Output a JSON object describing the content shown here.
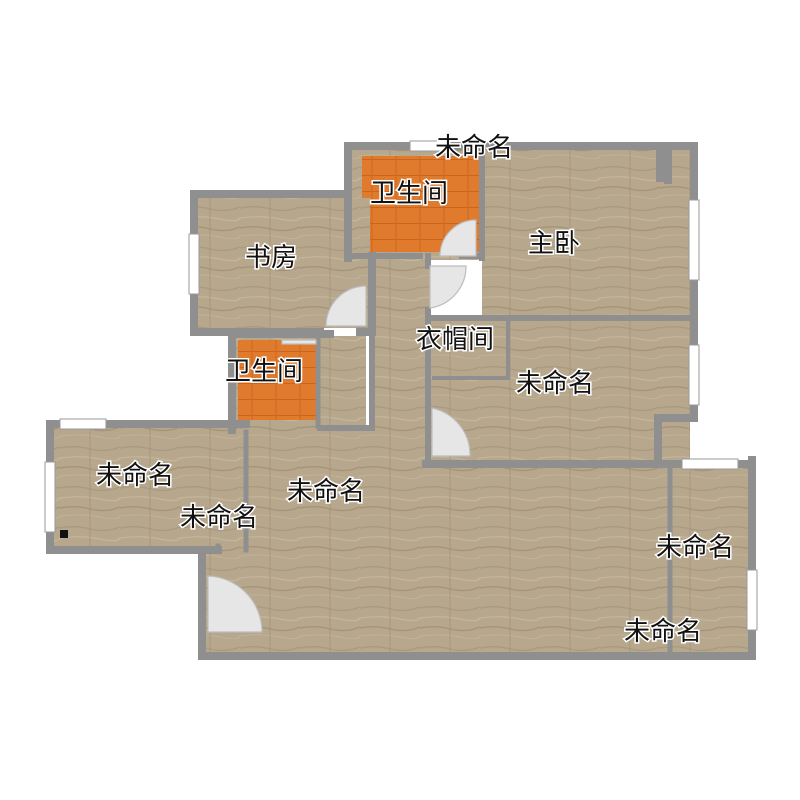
{
  "colors": {
    "wall": "#8f8f8f",
    "floor": "#b7a78d",
    "tile": "#e07a2c",
    "window": "#d8d8d8",
    "door_arc": "#cfcfcf"
  },
  "rooms": {
    "unnamed_top": "未命名",
    "bath_upper": "卫生间",
    "study": "书房",
    "master_bedroom": "主卧",
    "cloakroom": "衣帽间",
    "unnamed_right_mid": "未命名",
    "bath_lower": "卫生间",
    "unnamed_left": "未命名",
    "unnamed_center": "未命名",
    "unnamed_small": "未命名",
    "unnamed_right_bottom": "未命名",
    "unnamed_bottom_right": "未命名"
  }
}
